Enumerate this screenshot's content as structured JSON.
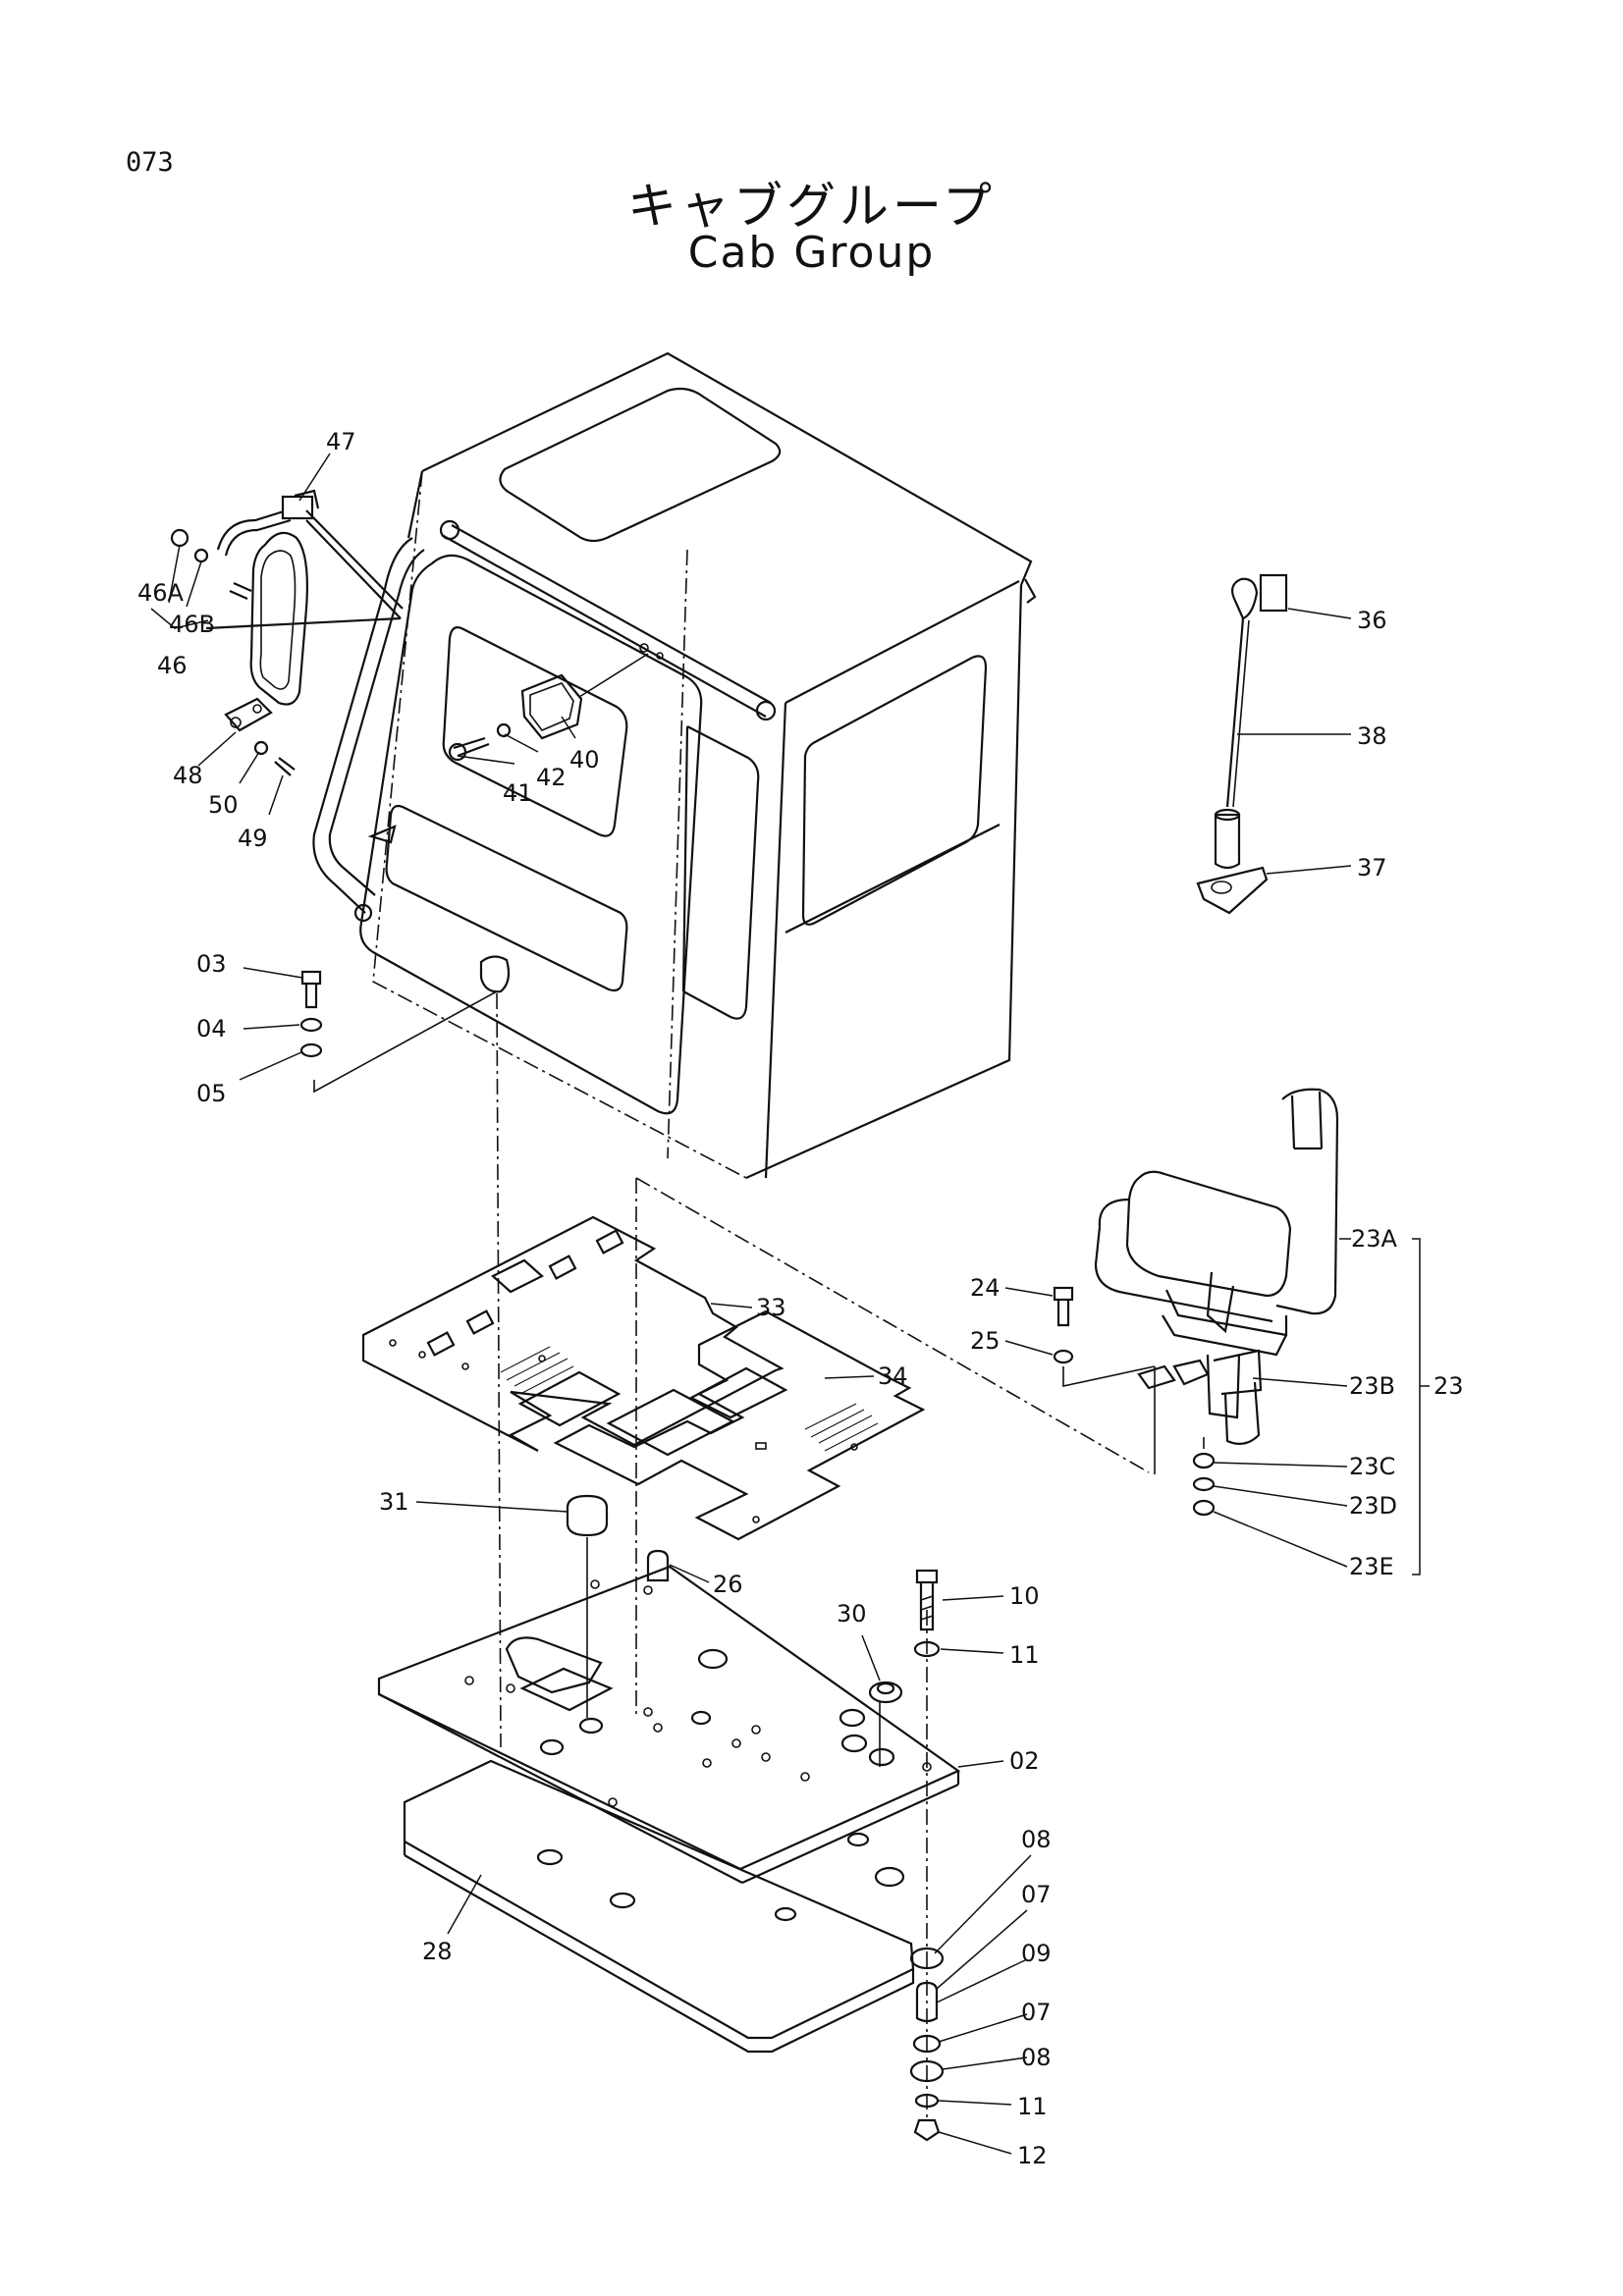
{
  "page_number": "073",
  "title_jp": "キャブグループ",
  "title_en": "Cab Group",
  "callouts": {
    "p47": "47",
    "p46A": "46A",
    "p46B": "46B",
    "p46": "46",
    "p48": "48",
    "p50": "50",
    "p49": "49",
    "p40": "40",
    "p41": "41",
    "p42": "42",
    "p03": "03",
    "p04": "04",
    "p05": "05",
    "p36": "36",
    "p38": "38",
    "p37": "37",
    "p23A": "23A",
    "p23B": "23B",
    "p23": "23",
    "p23C": "23C",
    "p23D": "23D",
    "p23E": "23E",
    "p24": "24",
    "p25": "25",
    "p33": "33",
    "p34": "34",
    "p31": "31",
    "p26": "26",
    "p10": "10",
    "p11a": "11",
    "p30": "30",
    "p02": "02",
    "p28": "28",
    "p08a": "08",
    "p07a": "07",
    "p09": "09",
    "p07b": "07",
    "p08b": "08",
    "p11b": "11",
    "p12": "12"
  }
}
